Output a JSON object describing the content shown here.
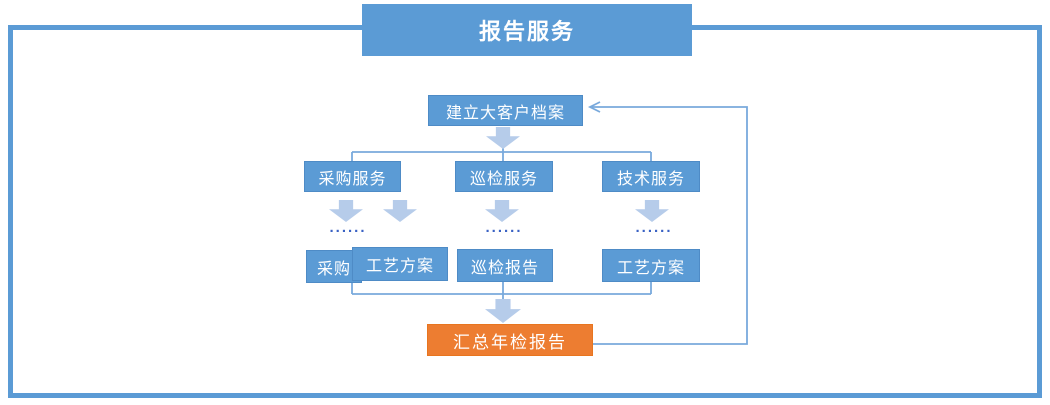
{
  "title": "报告服务",
  "flow": {
    "root": "建立大客户档案",
    "services": [
      "采购服务",
      "巡检服务",
      "技术服务"
    ],
    "ellipsis": "......",
    "outputs": {
      "procurement": "采购",
      "process_plan_left": "工艺方案",
      "inspection_report": "巡检报告",
      "process_plan_right": "工艺方案"
    },
    "summary": "汇总年检报告"
  },
  "colors": {
    "primary_blue": "#5B9BD5",
    "light_arrow_blue": "#B6CCEA",
    "connector_blue": "#79A9DC",
    "dots_blue": "#3A62C4",
    "accent_orange": "#ED7D31",
    "text_white": "#FFFFFF"
  }
}
